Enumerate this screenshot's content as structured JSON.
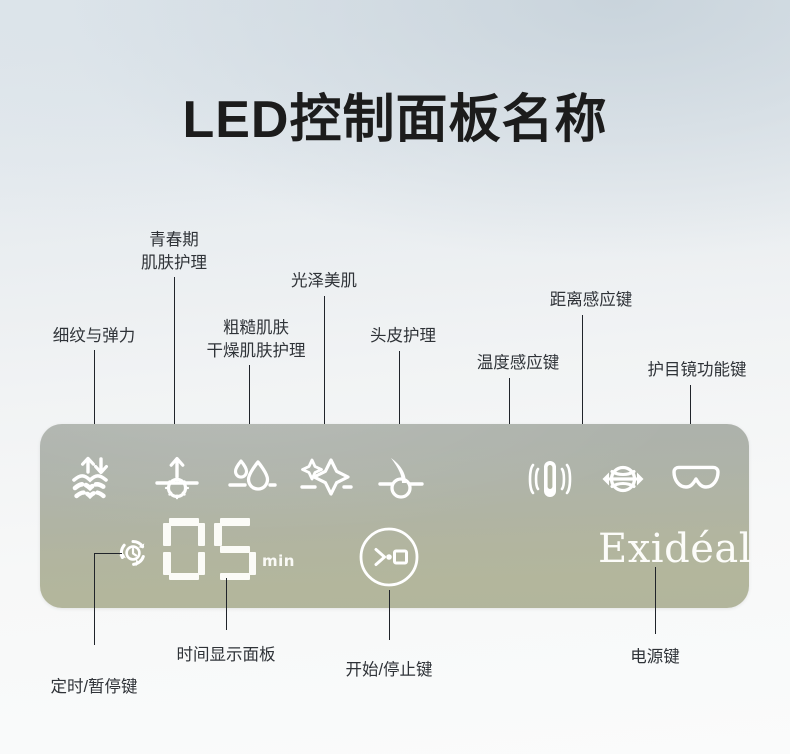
{
  "page": {
    "title": "LED控制面板名称",
    "background_top_color": "#dde4ea",
    "background_bottom_color": "#fafbfb"
  },
  "panel": {
    "accent_color": "#b1b5a2",
    "top_color": "#aeb3ad",
    "bottom_color": "#b2b59c",
    "brand": "Exidéal",
    "time_value": "05",
    "time_digits": [
      "0",
      "5"
    ],
    "time_unit": "min"
  },
  "top_callouts": [
    {
      "id": "fine-lines",
      "label": "细纹与弹力",
      "lines": [
        "细纹与弹力"
      ]
    },
    {
      "id": "puberty-care",
      "label": "青春期肌肤护理",
      "lines": [
        "青春期",
        "肌肤护理"
      ]
    },
    {
      "id": "rough-dry-care",
      "label": "粗糙肌肤干燥肌肤护理",
      "lines": [
        "粗糙肌肤",
        "干燥肌肤护理"
      ]
    },
    {
      "id": "glow-skin",
      "label": "光泽美肌",
      "lines": [
        "光泽美肌"
      ]
    },
    {
      "id": "scalp-care",
      "label": "头皮护理",
      "lines": [
        "头皮护理"
      ]
    },
    {
      "id": "temp-sensor",
      "label": "温度感应键",
      "lines": [
        "温度感应键"
      ]
    },
    {
      "id": "distance-sensor",
      "label": "距离感应键",
      "lines": [
        "距离感应键"
      ]
    },
    {
      "id": "goggles-func",
      "label": "护目镜功能键",
      "lines": [
        "护目镜功能键"
      ]
    }
  ],
  "bottom_callouts": [
    {
      "id": "timer-pause",
      "label": "定时/暂停键",
      "lines": [
        "定时/暂停键"
      ]
    },
    {
      "id": "time-display",
      "label": "时间显示面板",
      "lines": [
        "时间显示面板"
      ]
    },
    {
      "id": "start-stop",
      "label": "开始/停止键",
      "lines": [
        "开始/停止键"
      ]
    },
    {
      "id": "power",
      "label": "电源键",
      "lines": [
        "电源键"
      ]
    }
  ],
  "panel_icons": [
    {
      "id": "fine-lines",
      "icon": "skin-layers-arrows-icon"
    },
    {
      "id": "puberty-care",
      "icon": "pore-arrow-up-icon"
    },
    {
      "id": "rough-dry-care",
      "icon": "water-drops-icon"
    },
    {
      "id": "glow-skin",
      "icon": "sparkle-icon"
    },
    {
      "id": "scalp-care",
      "icon": "hair-follicle-icon"
    },
    {
      "id": "temp-sensor",
      "icon": "thermometer-waves-icon"
    },
    {
      "id": "distance-sensor",
      "icon": "distance-sensor-icon"
    },
    {
      "id": "goggles-func",
      "icon": "goggles-icon"
    }
  ]
}
